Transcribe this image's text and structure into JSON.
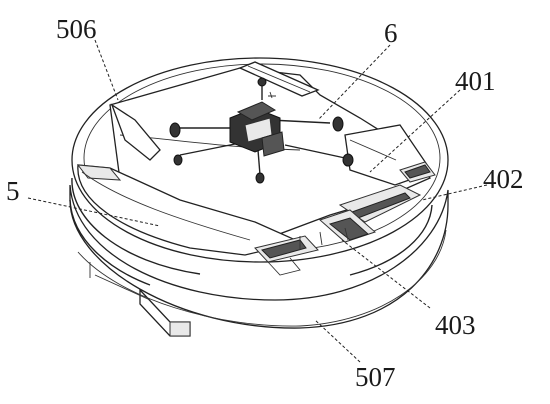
{
  "figure": {
    "labels": {
      "l506": "506",
      "l6": "6",
      "l401": "401",
      "l5": "5",
      "l402": "402",
      "l403": "403",
      "l507": "507"
    }
  }
}
